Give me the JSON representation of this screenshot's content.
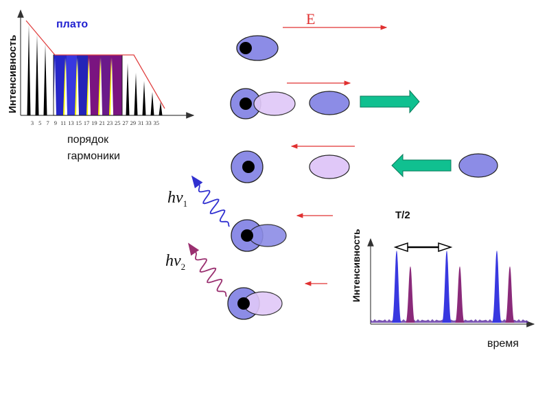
{
  "harmonic_chart": {
    "ylabel": "Интенсивность",
    "plateau_label": "плато",
    "xlabel_line1": "порядок",
    "xlabel_line2": "гармоники",
    "tick_labels": [
      "3",
      "5",
      "7",
      "9",
      "11",
      "13",
      "15",
      "17",
      "19",
      "21",
      "23",
      "25",
      "27",
      "29",
      "31",
      "33",
      "35"
    ]
  },
  "field_label": "E",
  "photon1": {
    "symbol": "hν",
    "sub": "1"
  },
  "photon2": {
    "symbol": "hν",
    "sub": "2"
  },
  "pulse_chart": {
    "ylabel": "Интенсивность",
    "xlabel": "время",
    "period_label": "T/2"
  },
  "colors": {
    "electron_cloud": "#8c8ce6",
    "excursion_cloud": "#e0c8f8",
    "plateau_blue": "#2626c8",
    "plateau_purple": "#7a1480",
    "plateau_yellow": "#ffff00",
    "field_arrow": "#e03030",
    "motion_arrow": "#10c090",
    "photon1": "#3030d0",
    "photon2": "#9a3070"
  }
}
